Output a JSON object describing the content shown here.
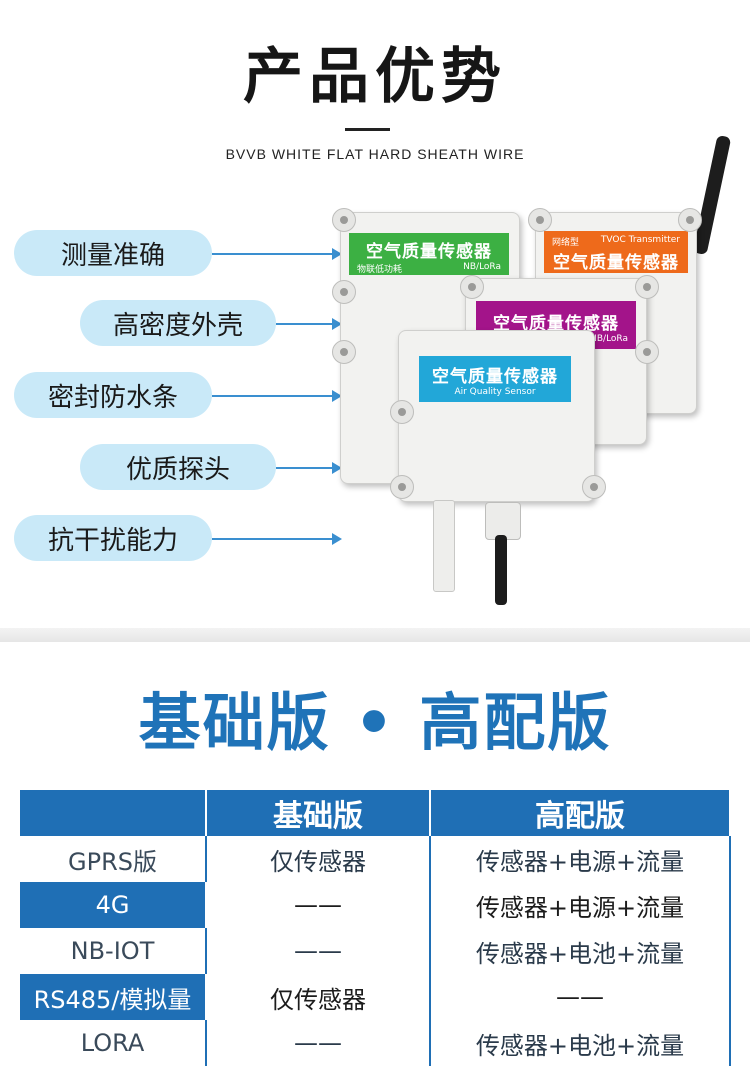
{
  "header": {
    "title": "产品优势",
    "subtitle": "BVVB WHITE FLAT HARD SHEATH WIRE"
  },
  "features": [
    {
      "label": "测量准确"
    },
    {
      "label": "高密度外壳"
    },
    {
      "label": "密封防水条"
    },
    {
      "label": "优质探头"
    },
    {
      "label": "抗干扰能力"
    }
  ],
  "product": {
    "box_green": {
      "title": "空气质量传感器",
      "left": "物联低功耗",
      "right": "NB/LoRa"
    },
    "box_orange": {
      "title": "空气质量传感器",
      "left": "网络型",
      "right": "TVOC Transmitter"
    },
    "box_purple": {
      "title": "空气质量传感器",
      "right": "NB/LoRa"
    },
    "box_blue": {
      "title": "空气质量传感器",
      "sub": "Air Quality Sensor"
    }
  },
  "section": {
    "title": "基础版 • 高配版"
  },
  "table": {
    "headers": [
      "",
      "基础版",
      "高配版"
    ],
    "rows": [
      {
        "name": "GPRS版",
        "basic": "仅传感器",
        "pro": "传感器+电源+流量"
      },
      {
        "name": "4G",
        "basic": "——",
        "pro": "传感器+电源+流量"
      },
      {
        "name": "NB-IOT",
        "basic": "——",
        "pro": "传感器+电池+流量"
      },
      {
        "name": "RS485/模拟量",
        "basic": "仅传感器",
        "pro": "——"
      },
      {
        "name": "LORA",
        "basic": "——",
        "pro": "传感器+电池+流量"
      }
    ]
  },
  "colors": {
    "accent_blue": "#1f6fb5",
    "pill_bg": "#c9e9f8",
    "label_green": "#3cb043",
    "label_orange": "#ee6a1b",
    "label_purple": "#a3148a",
    "label_cyan": "#22a7d8"
  }
}
